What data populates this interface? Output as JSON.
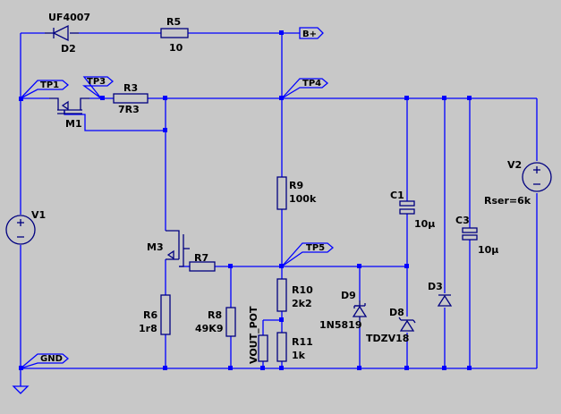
{
  "colors": {
    "background": "#c8c8c8",
    "wire": "#0000ff",
    "component": "#000080",
    "text": "#000000"
  },
  "labels": {
    "d2_model": "UF4007",
    "d2_ref": "D2",
    "r5_ref": "R5",
    "r5_val": "10",
    "bplus": "B+",
    "tp1": "TP1",
    "tp3": "TP3",
    "tp4": "TP4",
    "tp5": "TP5",
    "gnd": "GND",
    "r3_ref": "R3",
    "r3_val": "7R3",
    "m1_ref": "M1",
    "m3_ref": "M3",
    "r7_ref": "R7",
    "r9_ref": "R9",
    "r9_val": "100k",
    "r10_ref": "R10",
    "r10_val": "2k2",
    "r11_ref": "R11",
    "r11_val": "1k",
    "vout_pot": "VOUT_POT",
    "r6_ref": "R6",
    "r6_val": "1r8",
    "r8_ref": "R8",
    "r8_val": "49K9",
    "v1_ref": "V1",
    "v2_ref": "V2",
    "v2_rser": "Rser=6k",
    "c1_ref": "C1",
    "c1_val": "10µ",
    "c3_ref": "C3",
    "c3_val": "10µ",
    "d9_ref": "D9",
    "d9_model": "1N5819",
    "d8_ref": "D8",
    "d8_model": "TDZV18",
    "d3_ref": "D3"
  }
}
